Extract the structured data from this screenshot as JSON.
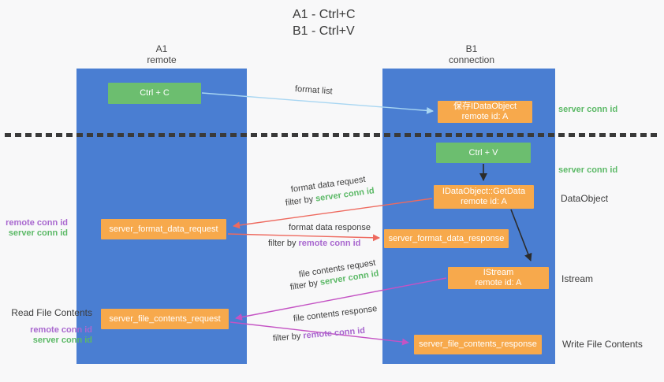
{
  "title": {
    "line1": "A1 - Ctrl+C",
    "line2": "B1 - Ctrl+V"
  },
  "lifelines": {
    "a1": {
      "name": "A1",
      "role": "remote"
    },
    "b1": {
      "name": "B1",
      "role": "connection"
    }
  },
  "boxes": {
    "ctrl_c": {
      "label": "Ctrl + C"
    },
    "save_dataobject": {
      "line1": "保存IDataObject",
      "line2": "remote id: A"
    },
    "ctrl_v": {
      "label": "Ctrl + V"
    },
    "getdata": {
      "line1": "IDataObject::GetData",
      "line2": "remote id: A"
    },
    "server_format_data_request": {
      "label": "server_format_data_request"
    },
    "server_format_data_response": {
      "label": "server_format_data_response"
    },
    "istream": {
      "line1": "IStream",
      "line2": "remote id: A"
    },
    "server_file_contents_request": {
      "label": "server_file_contents_request"
    },
    "server_file_contents_response": {
      "label": "server_file_contents_response"
    }
  },
  "arrows": {
    "format_list": {
      "label": "format list"
    },
    "format_data_request": {
      "label": "format data request",
      "filter_prefix": "filter by",
      "filter_key": "server conn id"
    },
    "format_data_response": {
      "label": "format data response",
      "filter_prefix": "filter by",
      "filter_key": "remote conn id"
    },
    "file_contents_request": {
      "label": "file contents request",
      "filter_prefix": "filter by",
      "filter_key": "server conn id"
    },
    "file_contents_response": {
      "label": "file contents response",
      "filter_prefix": "filter by",
      "filter_key": "remote conn id"
    }
  },
  "side_labels": {
    "right": {
      "server_conn_id_1": "server conn id",
      "server_conn_id_2": "server conn id",
      "dataobject": "DataObject",
      "istream": "Istream",
      "write_file_contents": "Write File Contents"
    },
    "left": {
      "block1": {
        "remote_conn_id": "remote conn id",
        "server_conn_id": "server conn id"
      },
      "read_file_contents": "Read File Contents",
      "block2": {
        "remote_conn_id": "remote conn id",
        "server_conn_id": "server conn id"
      }
    }
  },
  "colors": {
    "lifeline_blue": "#4a7ed2",
    "box_green": "#6cbe6f",
    "box_orange": "#f7a94c",
    "arrow_light_blue": "#a8d6f2",
    "arrow_red": "#ee6a5f",
    "arrow_magenta": "#c453c4",
    "text_green": "#5cb967",
    "text_purple": "#a968cf",
    "text_dark": "#3c3c3c"
  }
}
